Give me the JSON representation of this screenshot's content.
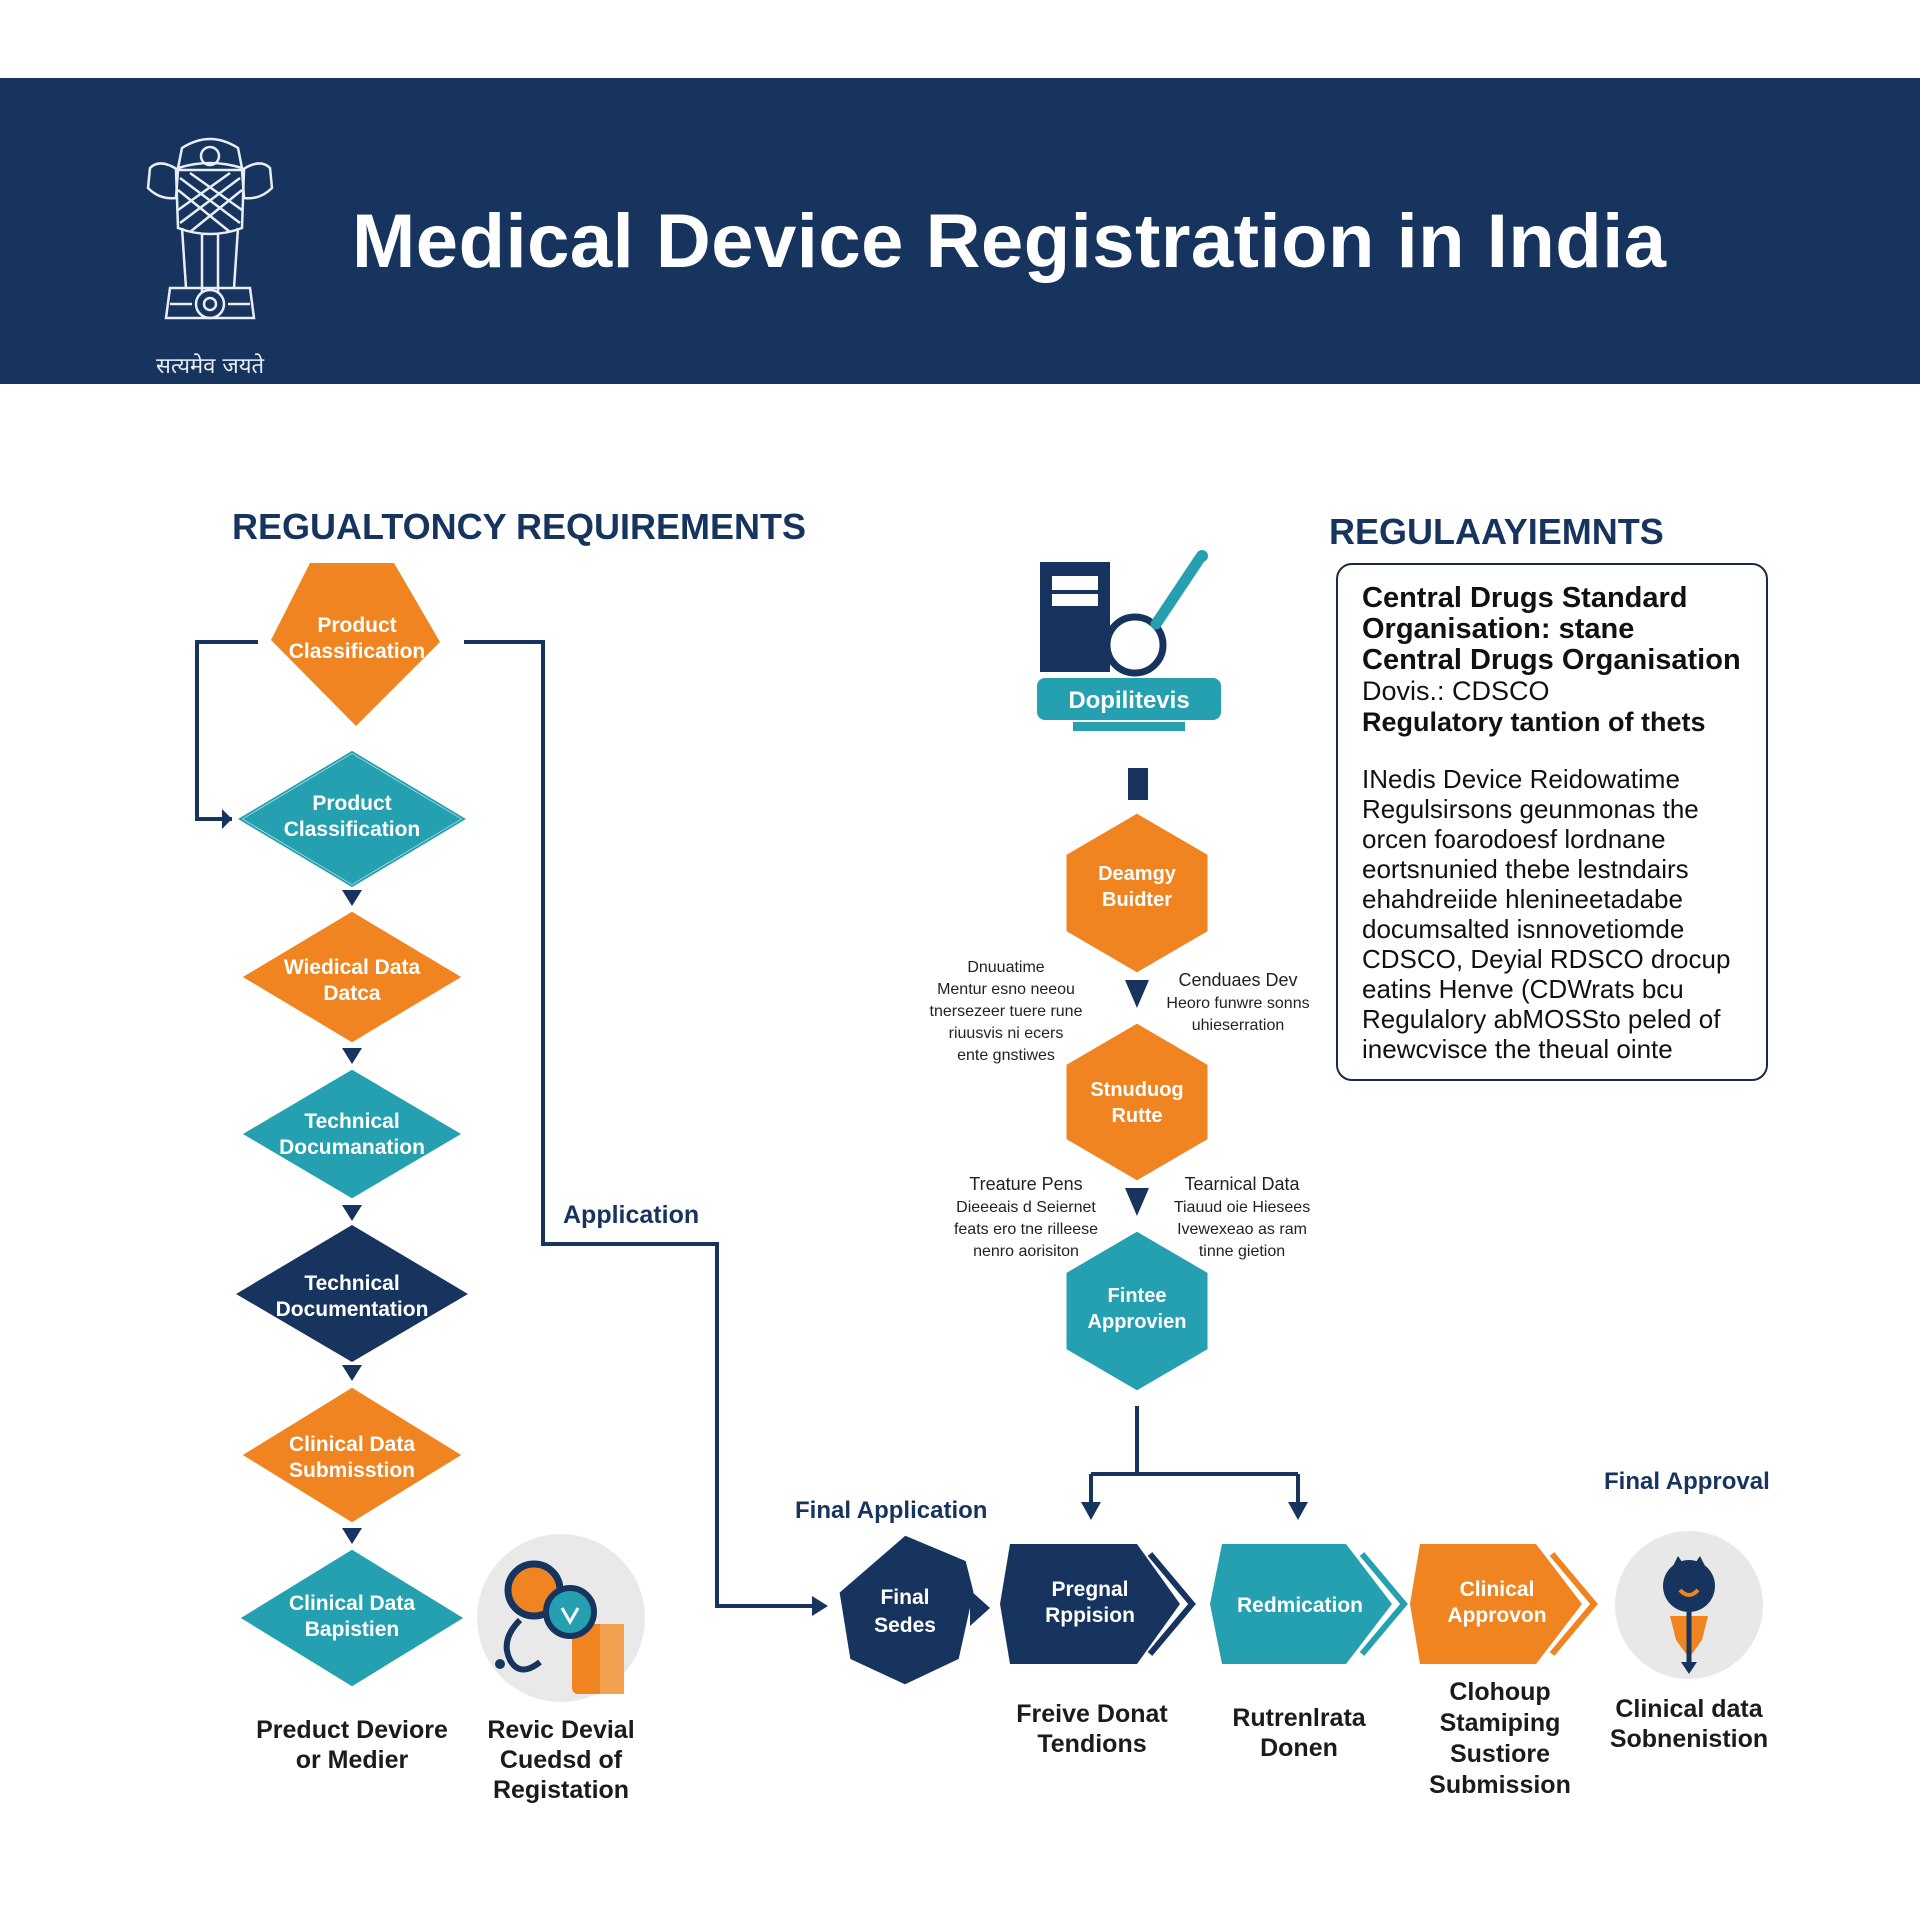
{
  "header": {
    "title": "Medical Device Registration in India",
    "emblem_caption": "सत्यमेव जयते"
  },
  "sections": {
    "left_heading": "REGUALTONCY REQUIREMENTS",
    "right_heading": "REGULAAYIEMNTS"
  },
  "left_flow": [
    {
      "line1": "Product",
      "line2": "Classification"
    },
    {
      "line1": "Product",
      "line2": "Classification"
    },
    {
      "line1": "Wiedical Data",
      "line2": "Datca"
    },
    {
      "line1": "Technical",
      "line2": "Documanation"
    },
    {
      "line1": "Technical",
      "line2": "Documentation"
    },
    {
      "line1": "Clinical Data",
      "line2": "Submisstion"
    },
    {
      "line1": "Clinical Data",
      "line2": "Bapistien"
    }
  ],
  "connector_labels": {
    "application": "Application",
    "final_application": "Final Application",
    "final_approval": "Final Approval"
  },
  "center_flow": {
    "machine_label": "Dopilitevis",
    "hex1": {
      "line1": "Deamgy",
      "line2": "Buidter"
    },
    "hex2": {
      "line1": "Stnuduog",
      "line2": "Rutte"
    },
    "hex3": {
      "line1": "Fintee",
      "line2": "Approvien"
    },
    "note_left_1": [
      "Dnuuatime",
      "Mentur esno neeou",
      "tnersezeer tuere rune",
      "riuusvis ni ecers",
      "ente gnstiwes"
    ],
    "note_right_1": [
      "Cenduaes Dev",
      "Heoro funwre sonns",
      "uhieserration"
    ],
    "note_left_2": [
      "Treature Pens",
      "Dieeeais d Seiernet",
      "feats ero tne rilleese",
      "nenro aorisiton"
    ],
    "note_right_2": [
      "Tearnical Data",
      "Tiauud oie Hiesees",
      "Ivewexeao as ram",
      "tinne gietion"
    ]
  },
  "bottom_flow": [
    {
      "line1": "Final",
      "line2": "Sedes"
    },
    {
      "line1": "Pregnal",
      "line2": "Rppision"
    },
    {
      "line1": "Redmication",
      "line2": ""
    },
    {
      "line1": "Clinical",
      "line2": "Approvon"
    }
  ],
  "bottom_captions": {
    "left1": [
      "Preduct Deviore",
      "or Medier"
    ],
    "left2": [
      "Revic Devial",
      "Cuedsd of",
      "Registation"
    ],
    "b1": [
      "Freive Donat",
      "Tendions"
    ],
    "b2": [
      "Rutrenlrata",
      "Donen"
    ],
    "b3": [
      "Clohoup",
      "Stamiping",
      "Sustiore",
      "Submission"
    ],
    "b4": [
      "Clinical data",
      "Sobnenistion"
    ]
  },
  "infobox": {
    "bold_lines": [
      "Central Drugs Standard",
      "Organisation: stane",
      "Central Drugs Organisation"
    ],
    "line4": "Dovis.: CDSCO",
    "line5": "Regulatory tantion of thets",
    "para": [
      "INedis Device Reidowatime",
      "Regulsirsons geunmonas the",
      "orcen foarodoesf lordnane",
      "eortsnunied thebe lestndairs",
      "ehahdreiide hlenineetadabe",
      "documsalted isnnovetiomde",
      "CDSCO, Deyial RDSCO drocup",
      "eatins Henve (CDWrats bcu",
      "Regulalory abMOSSto peled of",
      "inewcvisce the theual ointe"
    ]
  },
  "colors": {
    "navy": "#17345f",
    "orange": "#ef8420",
    "teal": "#25a0b0",
    "banner": "#17345f",
    "white": "#ffffff"
  },
  "icons": [
    "national-emblem-icon",
    "machine-magnifier-icon",
    "medical-product-icon",
    "approval-seal-icon"
  ]
}
